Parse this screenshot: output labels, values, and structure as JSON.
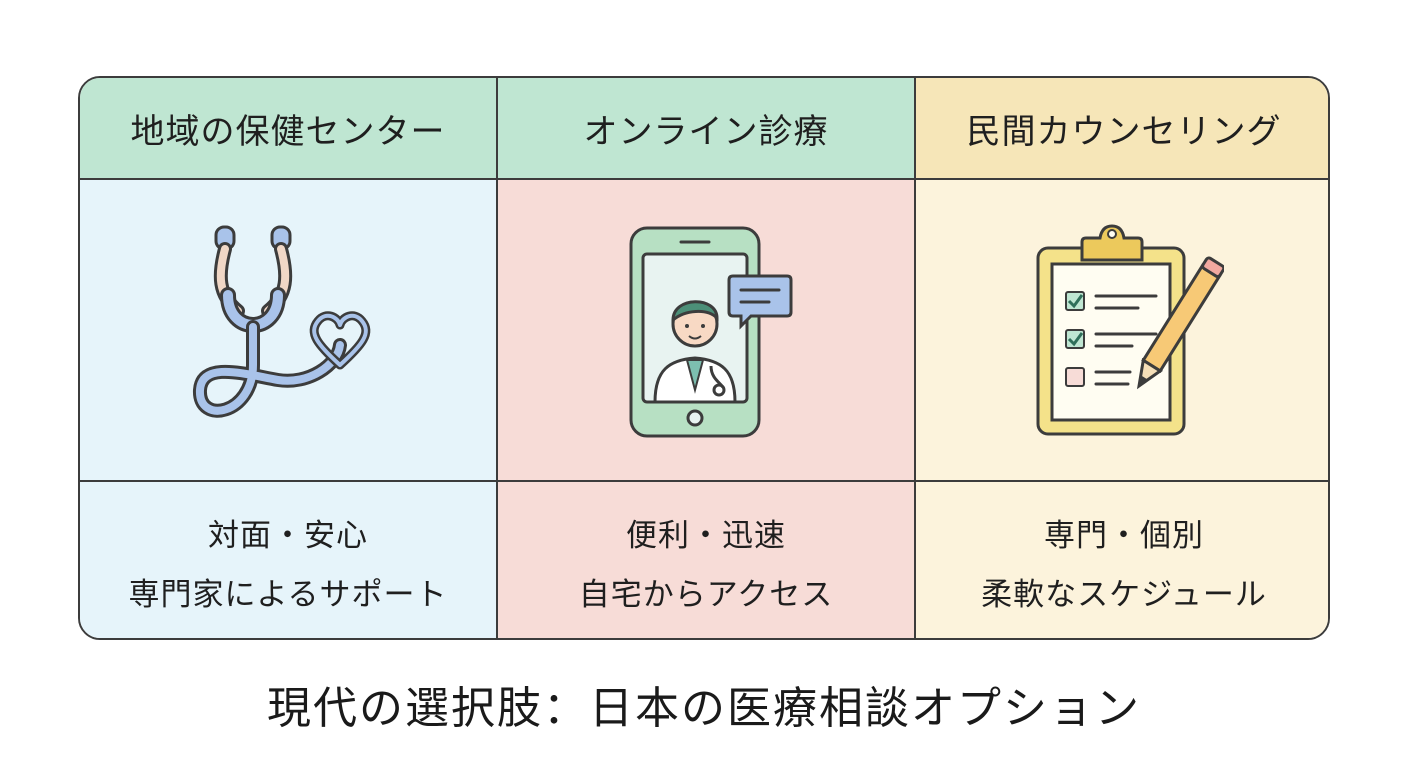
{
  "colors": {
    "header_green": "#bfe6d2",
    "header_yellow": "#f6e6b8",
    "body_blue": "#e6f4fa",
    "body_pink": "#f7dcd7",
    "body_cream": "#fcf3dc",
    "border": "#3c3c3c"
  },
  "columns": [
    {
      "header": "地域の保健センター",
      "icon": "stethoscope-heart-icon",
      "line1": "対面・安心",
      "line2": "専門家によるサポート"
    },
    {
      "header": "オンライン診療",
      "icon": "smartphone-doctor-icon",
      "line1": "便利・迅速",
      "line2": "自宅からアクセス"
    },
    {
      "header": "民間カウンセリング",
      "icon": "clipboard-checklist-icon",
      "line1": "専門・個別",
      "line2": "柔軟なスケジュール"
    }
  ],
  "caption": "現代の選択肢：日本の医療相談オプション"
}
